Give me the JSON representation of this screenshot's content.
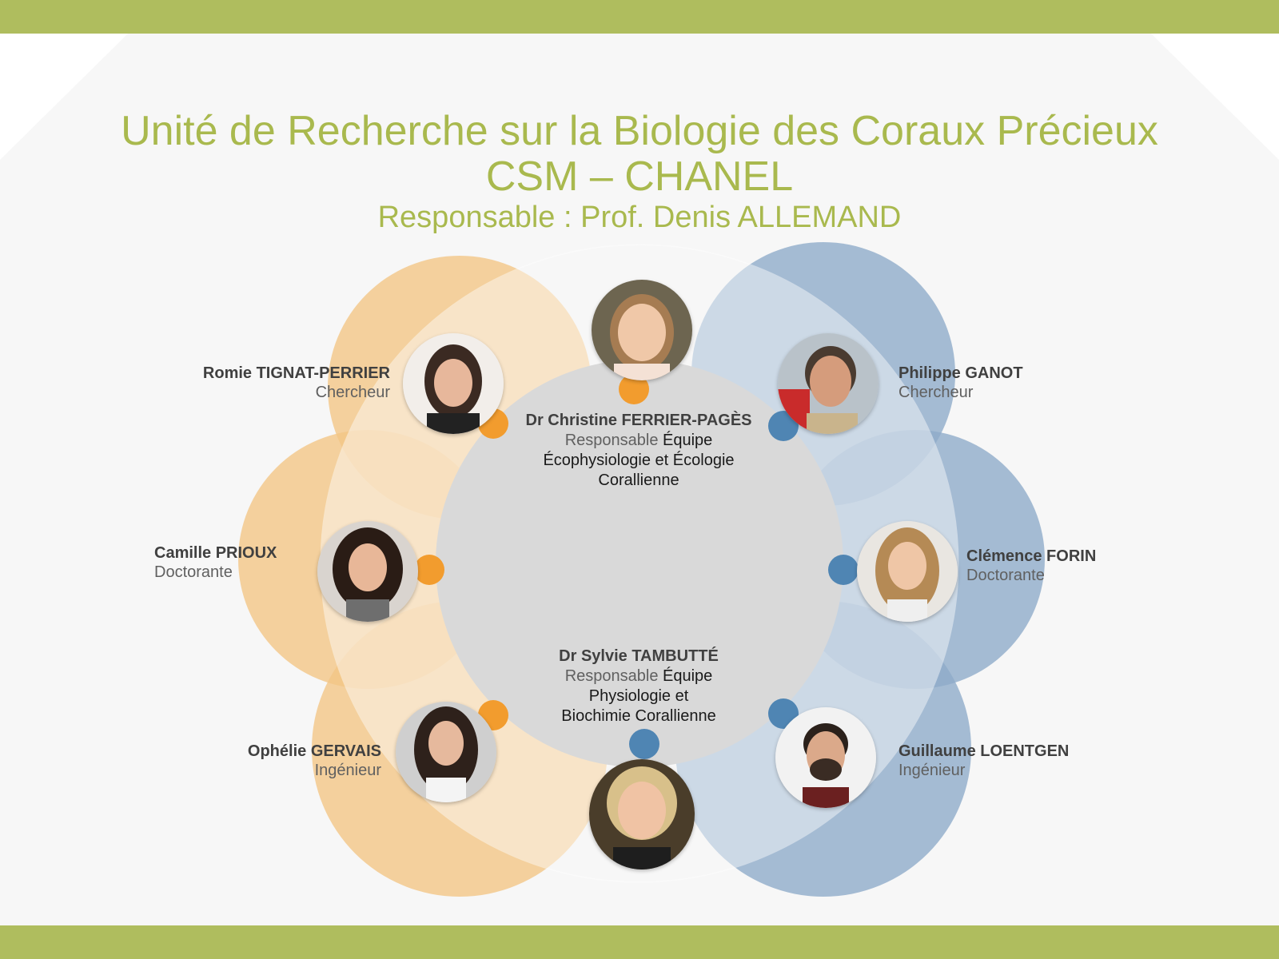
{
  "title": {
    "line1": "Unité de Recherche sur la Biologie des Coraux Précieux",
    "line2": "CSM – CHANEL",
    "line3": "Responsable : Prof. Denis ALLEMAND"
  },
  "colors": {
    "band": "#afbd5e",
    "title": "#a9b94e",
    "orange": "#f29c2e",
    "blue": "#4f85b3",
    "orange_petal": "#f3c586",
    "blue_petal": "#8eabc9",
    "center_disc": "#d9d9d9"
  },
  "leaders": [
    {
      "name": "Dr Christine FERRIER-PAGÈS",
      "role_prefix": "Responsable",
      "role_rest": " Équipe",
      "team_line1": "Écophysiologie et Écologie",
      "team_line2": "Corallienne",
      "accent": "orange",
      "photo_icon": "portrait-photo"
    },
    {
      "name": "Dr Sylvie TAMBUTTÉ",
      "role_prefix": "Responsable",
      "role_rest": " Équipe",
      "team_line1": "Physiologie et",
      "team_line2": "Biochimie Corallienne",
      "accent": "blue",
      "photo_icon": "portrait-photo"
    }
  ],
  "members": {
    "romie": {
      "name": "Romie TIGNAT-PERRIER",
      "role": "Chercheur",
      "accent": "orange"
    },
    "camille": {
      "name": "Camille PRIOUX",
      "role": "Doctorante",
      "accent": "orange"
    },
    "ophelie": {
      "name": "Ophélie GERVAIS",
      "role": "Ingénieur",
      "accent": "orange"
    },
    "philippe": {
      "name": "Philippe GANOT",
      "role": "Chercheur",
      "accent": "blue"
    },
    "clemence": {
      "name": "Clémence FORIN",
      "role": "Doctorante",
      "accent": "blue"
    },
    "guillaume": {
      "name": "Guillaume LOENTGEN",
      "role": "Ingénieur",
      "accent": "blue"
    }
  }
}
